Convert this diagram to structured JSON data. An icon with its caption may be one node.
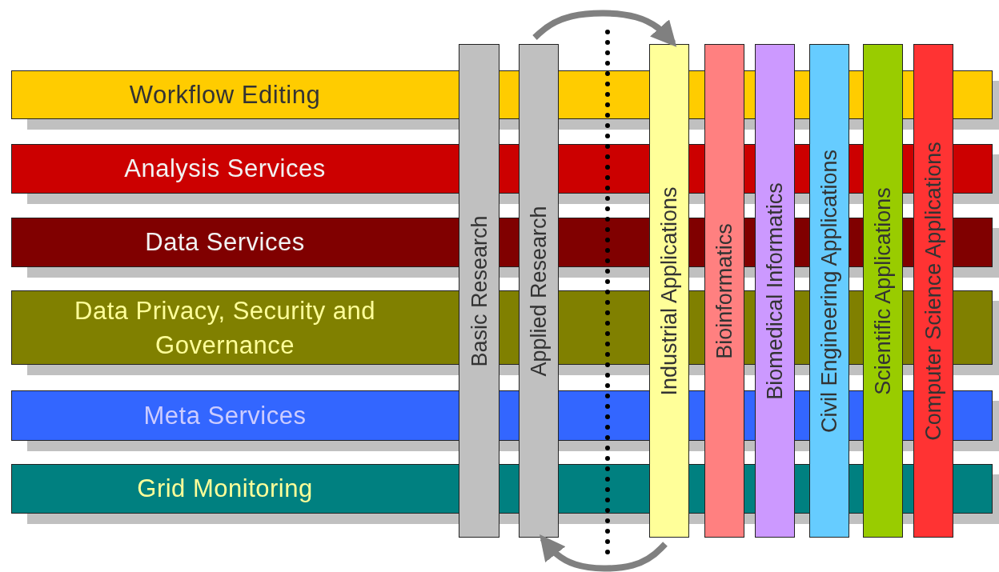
{
  "diagram": {
    "nodes": [
      {
        "text": [
          "Workflow Editing"
        ]
      },
      {
        "text": [
          "Analysis Services"
        ]
      },
      {
        "text": [
          "Data Services"
        ]
      },
      {
        "text": [
          "Data Privacy, Security and Governance"
        ]
      },
      {
        "text": [
          "Meta Services"
        ]
      },
      {
        "text": [
          "Grid Monitoring"
        ]
      },
      {
        "text": [
          "Basic Research"
        ]
      },
      {
        "text": [
          "Applied Research"
        ]
      },
      {
        "text": [
          "Industrial Applications"
        ]
      },
      {
        "text": [
          "Bioinformatics"
        ]
      },
      {
        "text": [
          "Biomedical Informatics"
        ]
      },
      {
        "text": [
          "Civil Engineering Applications"
        ]
      },
      {
        "text": [
          "Scientific Applications"
        ]
      },
      {
        "text": [
          "Computer Science Applications"
        ]
      }
    ],
    "edges": [
      {
        "from": 7,
        "to": 8,
        "arrow": "to"
      },
      {
        "from": 8,
        "to": 7,
        "arrow": "to"
      }
    ]
  }
}
